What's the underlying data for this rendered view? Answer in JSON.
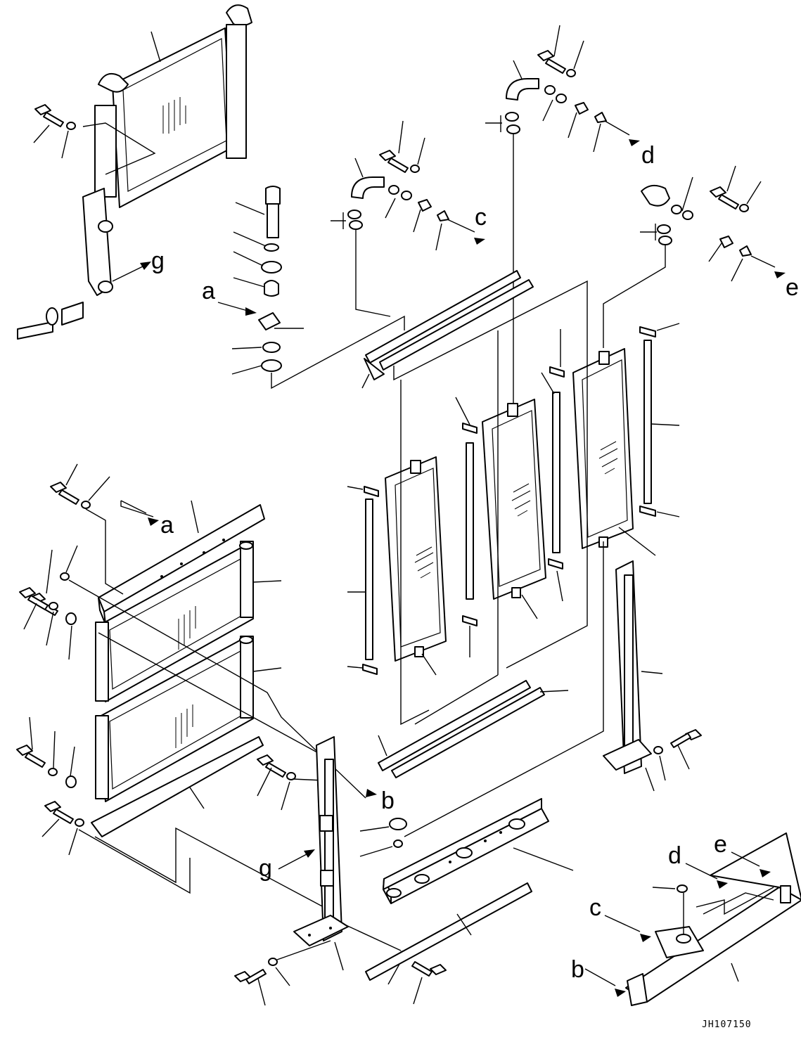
{
  "drawing_code": "JH107150",
  "labels": {
    "a1": "a",
    "a2": "a",
    "b1": "b",
    "b2": "b",
    "c1": "c",
    "c2": "c",
    "d1": "d",
    "d2": "d",
    "e1": "e",
    "e2": "e",
    "g1": "g",
    "g2": "g"
  }
}
